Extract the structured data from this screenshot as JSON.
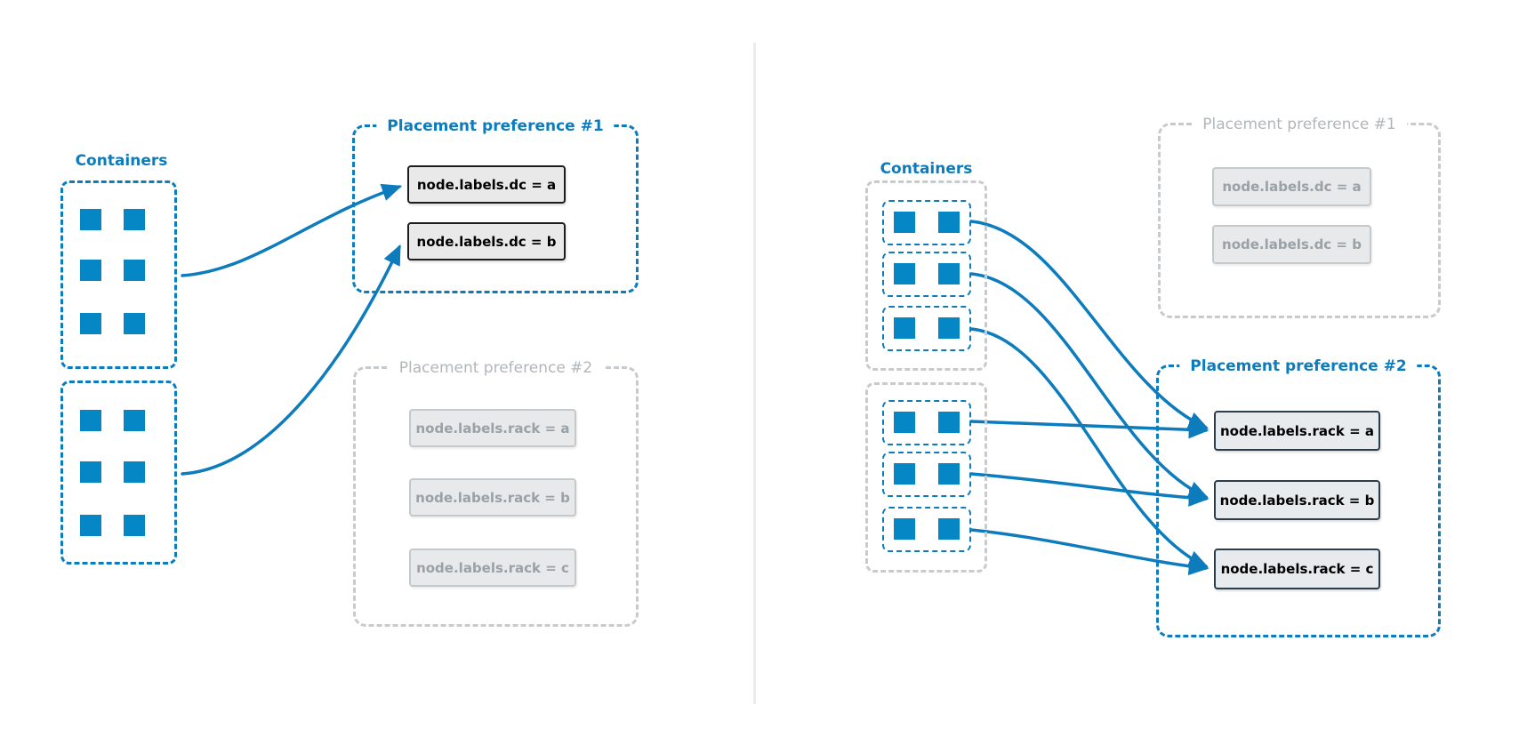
{
  "left": {
    "containers_label": "Containers",
    "pref1": {
      "title": "Placement preference #1",
      "state": "active",
      "nodes": [
        "node.labels.dc = a",
        "node.labels.dc = b"
      ]
    },
    "pref2": {
      "title": "Placement preference #2",
      "state": "inactive",
      "nodes": [
        "node.labels.rack = a",
        "node.labels.rack = b",
        "node.labels.rack = c"
      ]
    }
  },
  "right": {
    "containers_label": "Containers",
    "pref1": {
      "title": "Placement preference #1",
      "state": "inactive",
      "nodes": [
        "node.labels.dc = a",
        "node.labels.dc = b"
      ]
    },
    "pref2": {
      "title": "Placement preference #2",
      "state": "active",
      "nodes": [
        "node.labels.rack = a",
        "node.labels.rack = b",
        "node.labels.rack = c"
      ]
    }
  },
  "colors": {
    "blue_line": "#0d7cbd",
    "blue_square": "#0587c5",
    "gray_dash": "#c8cbce",
    "gray_title_text": "#b2b6ba",
    "gray_node_text": "#9aa1a7",
    "node_inactive_bg": "#e7e9ea",
    "node_active_bg_left": "#e9e9e9",
    "node_active_border_left": "#1d1d1b",
    "node_active_border_right": "#2c3e4c",
    "divider": "#ececec"
  }
}
